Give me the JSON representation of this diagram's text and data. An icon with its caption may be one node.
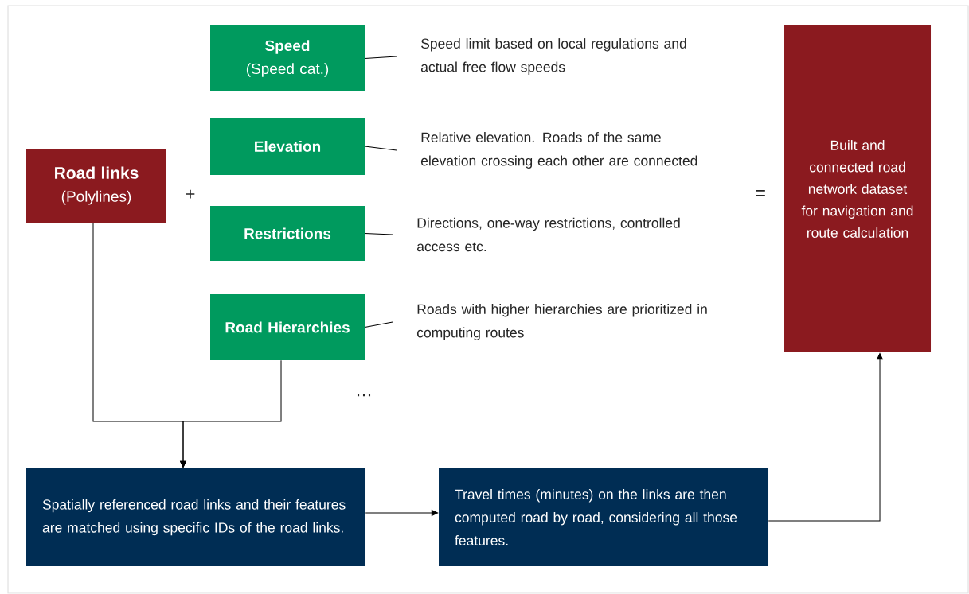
{
  "diagram": {
    "nodes": [
      {
        "text": [
          "Road links",
          "(Polylines)"
        ]
      },
      {
        "text": [
          "Speed",
          "(Speed cat.)"
        ]
      },
      {
        "text": [
          "Elevation"
        ]
      },
      {
        "text": [
          "Restrictions"
        ]
      },
      {
        "text": [
          "Road Hierarchies"
        ]
      },
      {
        "text": [
          "Speed limit based on local regulations and actual free flow speeds"
        ]
      },
      {
        "text": [
          "Relative elevation. Roads of the same elevation crossing each other are connected"
        ]
      },
      {
        "text": [
          "Directions, one-way restrictions, controlled access etc."
        ]
      },
      {
        "text": [
          "Roads with higher hierarchies are prioritized in computing routes"
        ]
      },
      {
        "text": [
          "Built and connected road network dataset for navigation and route calculation"
        ]
      },
      {
        "text": [
          "Spatially referenced road links and their features are matched using specific IDs of the road links."
        ]
      },
      {
        "text": [
          "Travel times (minutes) on the links are then computed road by road, considering all those features."
        ]
      }
    ],
    "edges": [
      {
        "from": 1,
        "to": 5,
        "arrow": "none"
      },
      {
        "from": 2,
        "to": 6,
        "arrow": "none"
      },
      {
        "from": 3,
        "to": 7,
        "arrow": "none"
      },
      {
        "from": 4,
        "to": 8,
        "arrow": "none"
      },
      {
        "from": 0,
        "to": 10,
        "arrow": "to"
      },
      {
        "from": 4,
        "to": 10,
        "arrow": "to"
      },
      {
        "from": 10,
        "to": 11,
        "arrow": "to"
      },
      {
        "from": 11,
        "to": 9,
        "arrow": "to"
      }
    ],
    "labels": [
      "+",
      "…",
      "="
    ]
  }
}
